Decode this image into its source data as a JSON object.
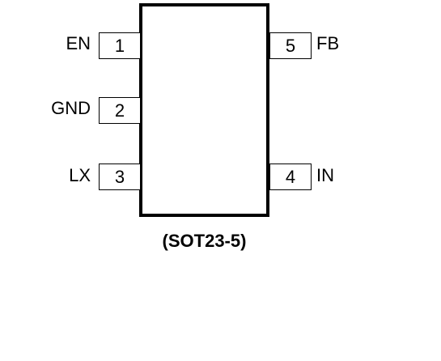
{
  "pins": {
    "left": [
      {
        "number": "1",
        "label": "EN"
      },
      {
        "number": "2",
        "label": "GND"
      },
      {
        "number": "3",
        "label": "LX"
      }
    ],
    "right": [
      {
        "number": "5",
        "label": "FB"
      },
      {
        "number": "4",
        "label": "IN"
      }
    ]
  },
  "package": "(SOT23-5)"
}
